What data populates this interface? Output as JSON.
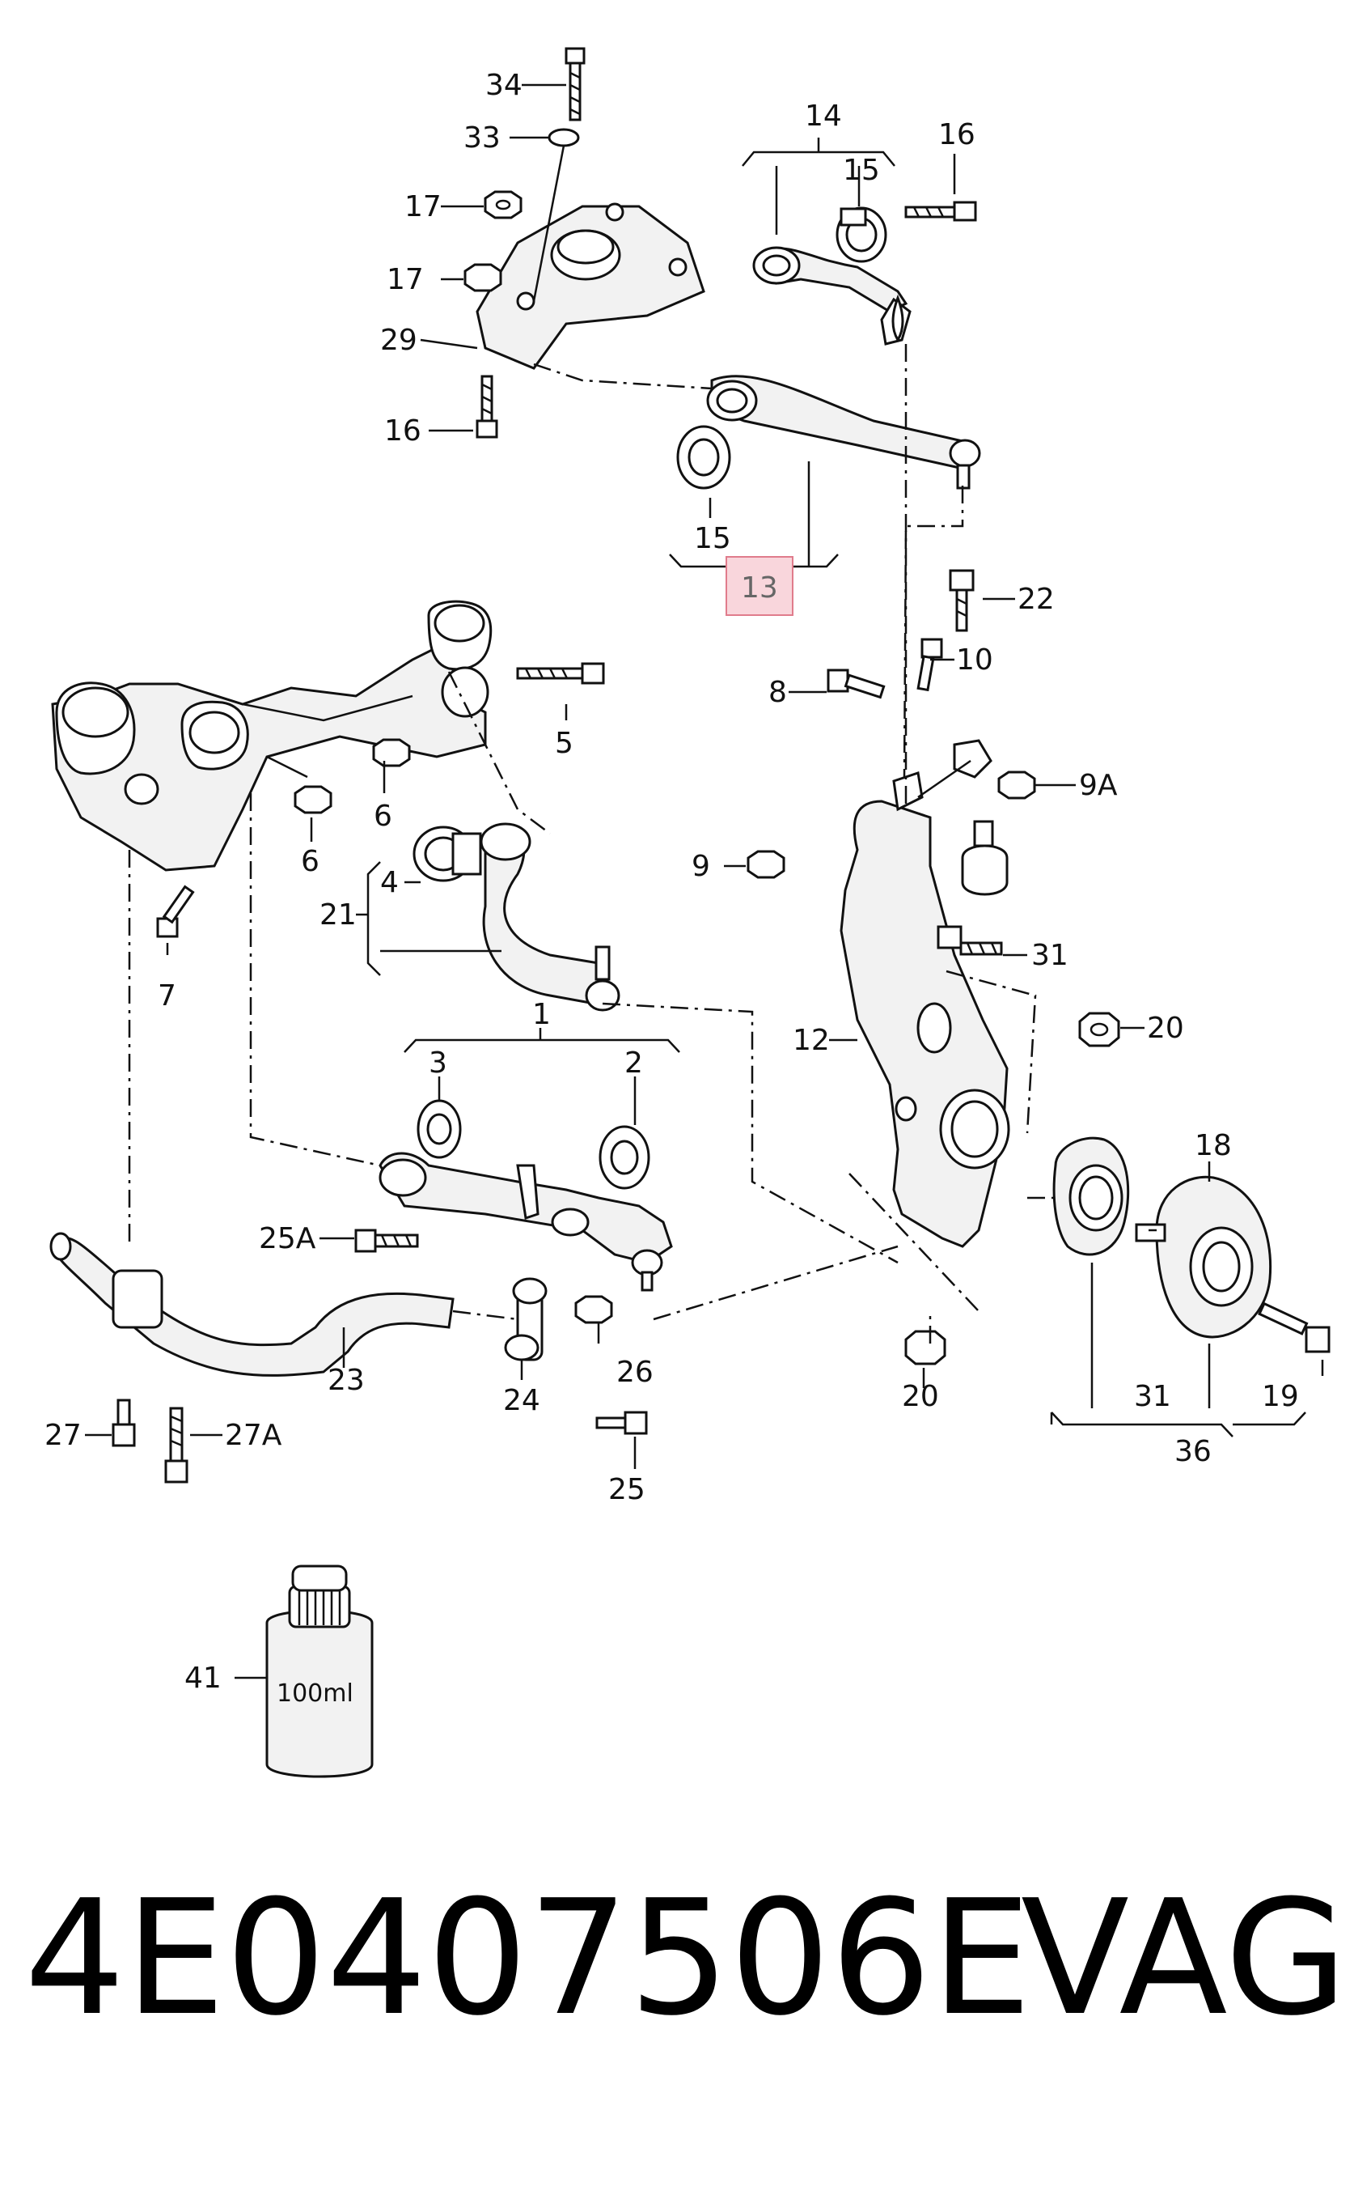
{
  "callouts": {
    "c34": "34",
    "c33": "33",
    "c17a": "17",
    "c17b": "17",
    "c29": "29",
    "c16a": "16",
    "c14": "14",
    "c15a": "15",
    "c16b": "16",
    "c15b": "15",
    "c13": "13",
    "c22": "22",
    "c10": "10",
    "c8": "8",
    "c9a": "9A",
    "c9": "9",
    "c5": "5",
    "c6a": "6",
    "c6b": "6",
    "c7": "7",
    "c4": "4",
    "c21": "21",
    "c31a": "31",
    "c12": "12",
    "c20a": "20",
    "c1": "1",
    "c3": "3",
    "c2": "2",
    "c18": "18",
    "c25a": "25A",
    "c23": "23",
    "c24": "24",
    "c26": "26",
    "c25": "25",
    "c27": "27",
    "c27a": "27A",
    "c20b": "20",
    "c31b": "31",
    "c19": "19",
    "c36": "36",
    "c41": "41"
  },
  "bottle_label": "100ml",
  "footer": {
    "part_number": "4E0407506E",
    "brand": "VAG"
  },
  "highlight_color": "#f9d6dc"
}
